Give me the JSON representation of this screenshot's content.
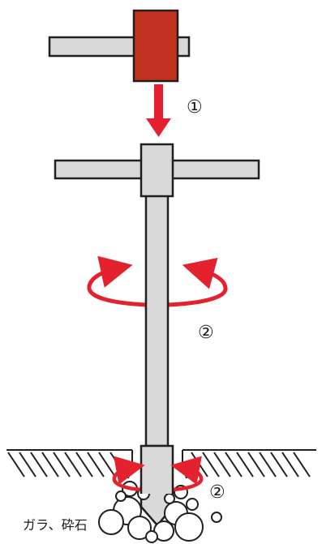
{
  "diagram": {
    "step1_marker": "①",
    "step2_marker": "②",
    "step2_marker_bottom": "②",
    "debris_label": "ガラ、砕石",
    "colors": {
      "hammer_red": "#c1321e",
      "arrow_red": "#e4222f",
      "steel_gray": "#d9d9d9",
      "outline": "#231f20"
    }
  }
}
